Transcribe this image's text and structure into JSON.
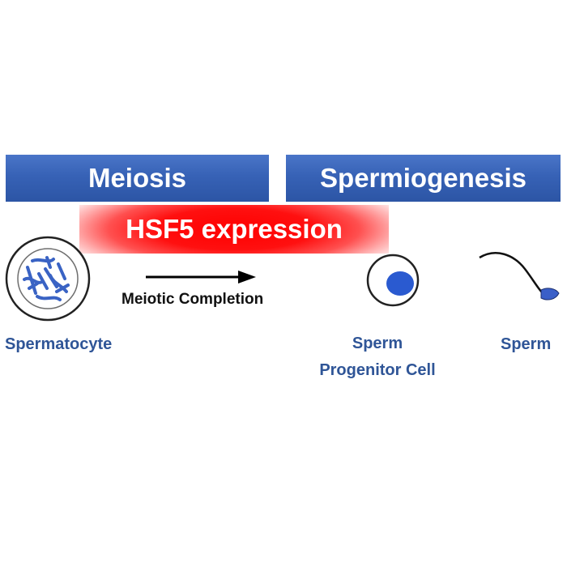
{
  "stages": {
    "meiosis": "Meiosis",
    "spermiogenesis": "Spermiogenesis"
  },
  "expression_banner": "HSF5 expression",
  "transition": {
    "caption": "Meiotic Completion"
  },
  "cells": {
    "spermatocyte": "Spermatocyte",
    "progenitor_line1": "Sperm",
    "progenitor_line2": "Progenitor Cell",
    "sperm": "Sperm"
  },
  "colors": {
    "stage_bar": "#2f5bb0",
    "expression": "#ff0000",
    "cell_label": "#2f5597",
    "chromatin": "#3a63c4",
    "nucleus": "#2a5ad0"
  }
}
